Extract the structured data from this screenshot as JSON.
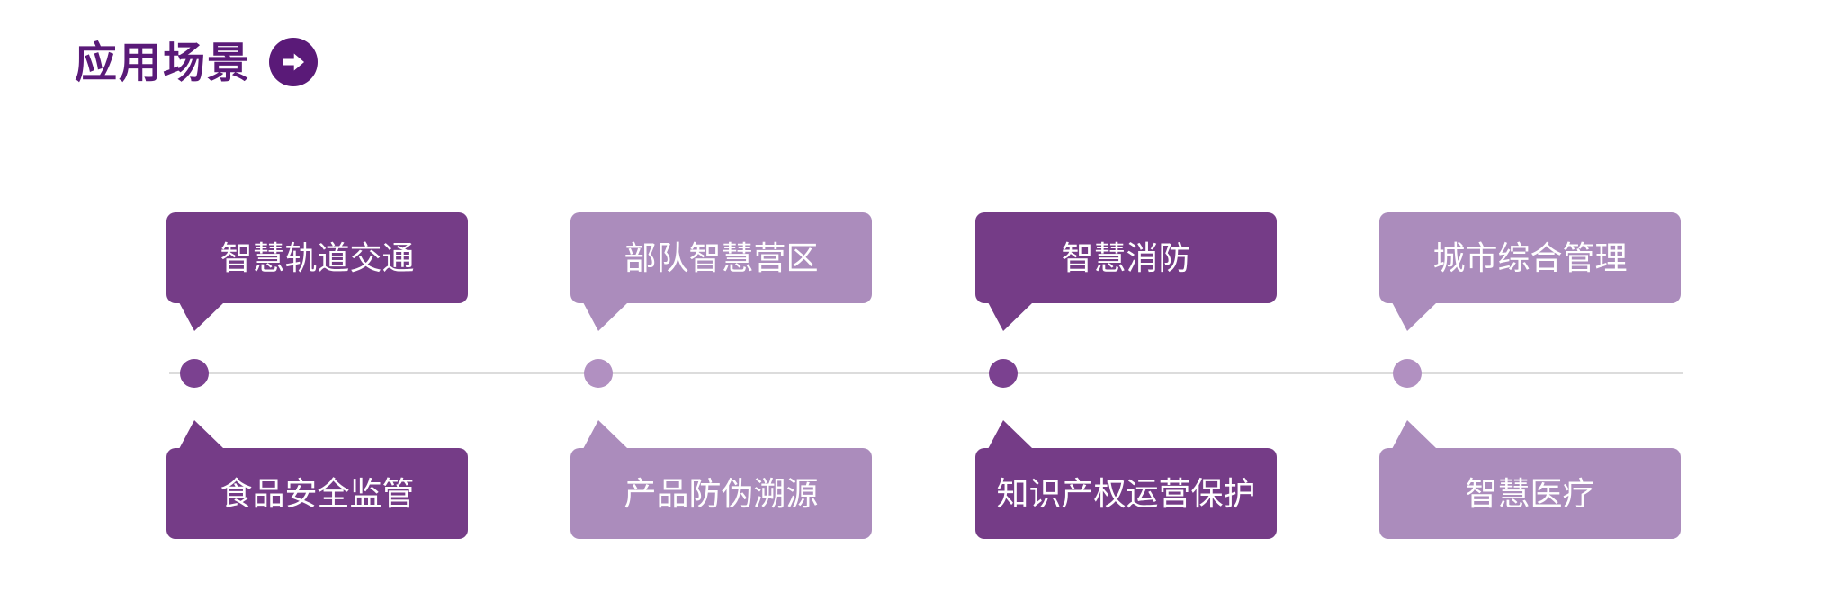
{
  "page": {
    "title": "应用场景"
  },
  "colors": {
    "title": "#5a1a78",
    "bubble_dark": "#753c87",
    "bubble_light": "#ab8cbc",
    "dot_dark": "#7b4190",
    "dot_light": "#b190c1",
    "timeline_line": "#dcdcdc",
    "bubble_text": "#ffffff"
  },
  "timeline": {
    "columns": [
      {
        "dot_variant": "dark",
        "top": {
          "label": "智慧轨道交通",
          "variant": "dark"
        },
        "bottom": {
          "label": "食品安全监管",
          "variant": "dark"
        }
      },
      {
        "dot_variant": "light",
        "top": {
          "label": "部队智慧营区",
          "variant": "light"
        },
        "bottom": {
          "label": "产品防伪溯源",
          "variant": "light"
        }
      },
      {
        "dot_variant": "dark",
        "top": {
          "label": "智慧消防",
          "variant": "dark"
        },
        "bottom": {
          "label": "知识产权运营保护",
          "variant": "dark"
        }
      },
      {
        "dot_variant": "light",
        "top": {
          "label": "城市综合管理",
          "variant": "light"
        },
        "bottom": {
          "label": "智慧医疗",
          "variant": "light"
        }
      }
    ]
  }
}
